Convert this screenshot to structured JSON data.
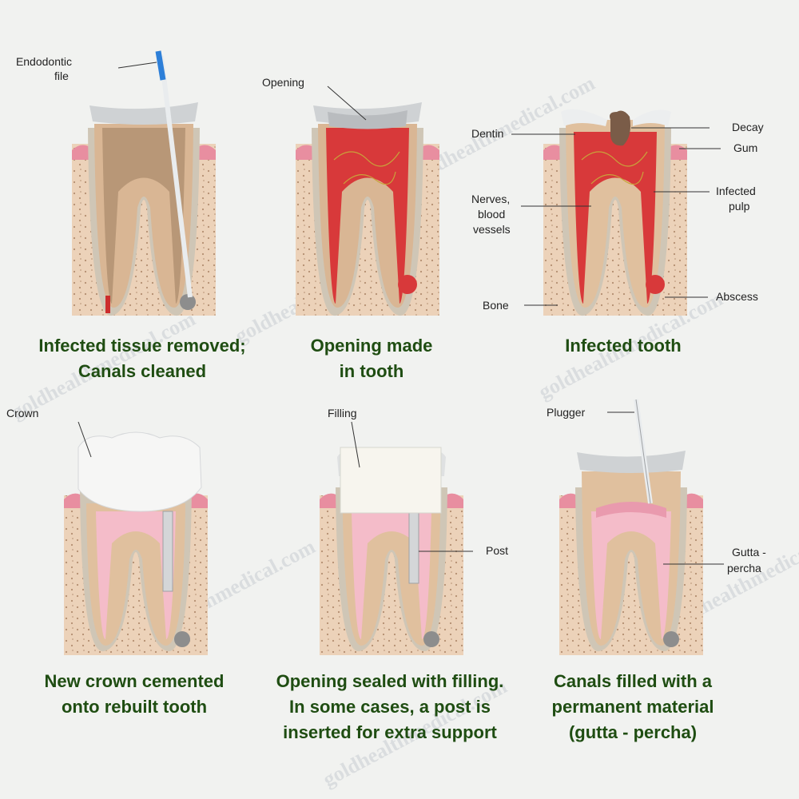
{
  "watermark": "goldhealthmedical.com",
  "panels": [
    {
      "id": "cleaned",
      "caption": [
        "Infected tissue removed;",
        "Canals cleaned"
      ],
      "labels": {
        "file": [
          "Endodontic",
          "file"
        ]
      }
    },
    {
      "id": "opening",
      "caption": [
        "Opening made",
        "in tooth"
      ],
      "labels": {
        "opening": "Opening",
        "nerves": [
          "Nerves,",
          "blood",
          "vessels"
        ],
        "bone": "Bone"
      }
    },
    {
      "id": "infected",
      "caption": [
        "Infected tooth"
      ],
      "labels": {
        "dentin": "Dentin",
        "decay": "Decay",
        "gum": "Gum",
        "pulp": [
          "Infected",
          "pulp"
        ],
        "abscess": "Abscess"
      }
    },
    {
      "id": "crown",
      "caption": [
        "New crown cemented",
        "onto rebuilt tooth"
      ],
      "labels": {
        "crown": "Crown"
      }
    },
    {
      "id": "filling",
      "caption": [
        "Opening sealed with filling.",
        "In some cases, a post is",
        "inserted for extra support"
      ],
      "labels": {
        "filling": "Filling",
        "post": "Post"
      }
    },
    {
      "id": "gutta",
      "caption": [
        "Canals filled with a",
        "permanent material",
        "(gutta - percha)"
      ],
      "labels": {
        "plugger": "Plugger",
        "gutta": [
          "Gutta -",
          "percha"
        ]
      }
    }
  ]
}
